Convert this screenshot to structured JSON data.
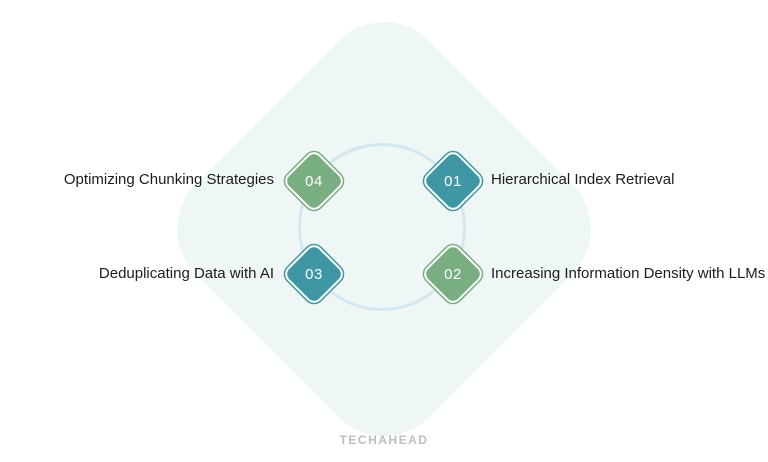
{
  "items": [
    {
      "number": "01",
      "label": "Hierarchical Index Retrieval",
      "color": "#3f97a6"
    },
    {
      "number": "02",
      "label": "Increasing Information Density with LLMs",
      "color": "#79ae80"
    },
    {
      "number": "03",
      "label": "Deduplicating Data with AI",
      "color": "#3f97a6"
    },
    {
      "number": "04",
      "label": "Optimizing Chunking Strategies",
      "color": "#79ae80"
    }
  ],
  "brand": "TECHAHEAD",
  "colors": {
    "background_shape": "#eef6f6",
    "ring": "#d3e7f0",
    "text": "#1c1c1c"
  }
}
